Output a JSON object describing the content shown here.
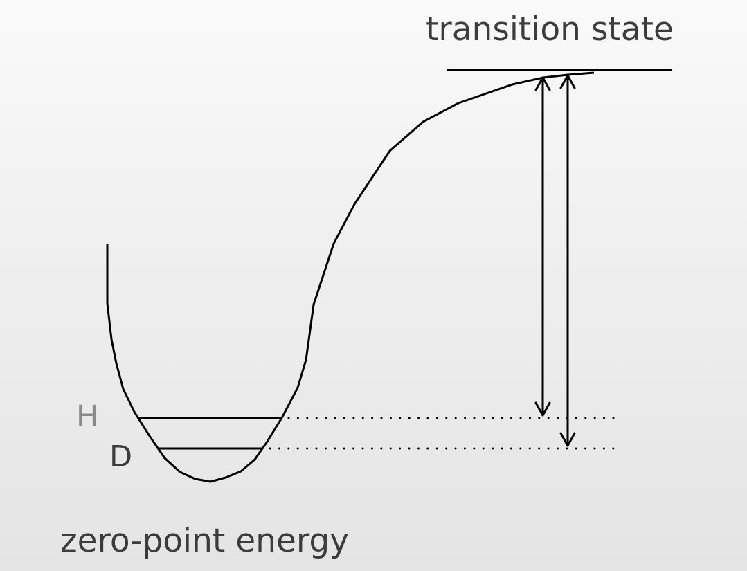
{
  "labels": {
    "transition_state": "transition state",
    "h_level": "H",
    "d_level": "D",
    "zero_point_energy": "zero-point energy"
  },
  "colors": {
    "line": "#000000",
    "label_dark": "#3c3c3c",
    "label_h": "#8a8a8a"
  }
}
